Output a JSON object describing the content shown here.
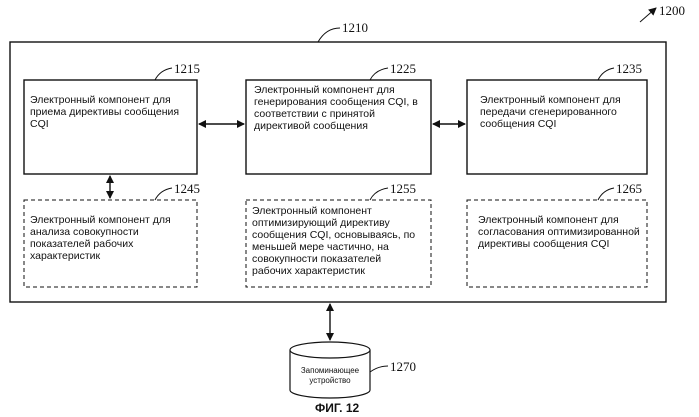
{
  "figure": {
    "ref": "1200",
    "caption": "ФИГ. 12",
    "system": {
      "ref": "1210"
    },
    "components": [
      {
        "ref": "1215",
        "text": "Электронный компонент для\nприема директивы сообщения\nCQI",
        "style": "solid"
      },
      {
        "ref": "1225",
        "text": "Электронный компонент для\nгенерирования сообщения CQI, в\nсоответствии с принятой\nдирективой сообщения",
        "style": "solid"
      },
      {
        "ref": "1235",
        "text": "Электронный компонент для\nпередачи  сгенерированного\nсообщения CQI",
        "style": "solid"
      },
      {
        "ref": "1245",
        "text": "Электронный компонент для\nанализа совокупности\nпоказателей рабочих\nхарактеристик",
        "style": "dashed"
      },
      {
        "ref": "1255",
        "text": "Электронный компонент\nоптимизирующий директиву\nсообщения CQI, основываясь, по\nменьшей мере частично, на\nсовокупности показателей\nрабочих характеристик",
        "style": "dashed"
      },
      {
        "ref": "1265",
        "text": "Электронный компонент для\nсогласования оптимизированной\nдирективы сообщения CQI",
        "style": "dashed"
      }
    ],
    "storage": {
      "ref": "1270",
      "text": "Запоминающее\nустройство"
    }
  }
}
